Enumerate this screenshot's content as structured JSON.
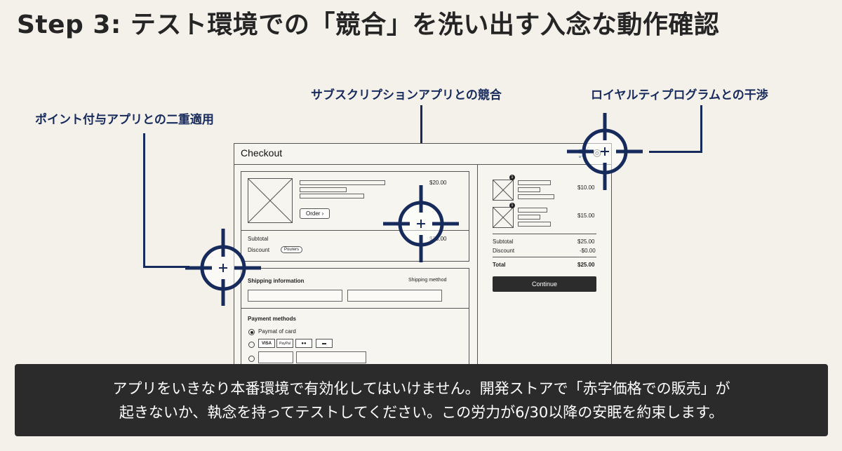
{
  "title": "Step 3: テスト環境での「競合」を洗い出す入念な動作確認",
  "callouts": {
    "points": "ポイント付与アプリとの二重適用",
    "subscription": "サブスクリプションアプリとの競合",
    "loyalty": "ロイヤルティプログラムとの干渉"
  },
  "checkout": {
    "title": "Checkout",
    "left": {
      "price1": "$20.00",
      "order_button": "Order ›",
      "price2": "$25.00",
      "subtotal_label": "Subtotal",
      "discount_label": "Discount",
      "discount_pill": "Pourers",
      "shipping_info": "Shipping information",
      "shipping_method": "Shipping metthod",
      "payment_methods": "Payment methods",
      "paymat_of_card": "Paymat of card",
      "cards": [
        "VISA",
        "PayPal",
        "●●",
        "▬"
      ]
    },
    "right": {
      "item1_price": "$10.00",
      "item2_price": "$15.00",
      "subtotal_label": "Subtotal",
      "subtotal_value": "$25.00",
      "discount_label": "Discount",
      "discount_value": "-$0.00",
      "total_label": "Total",
      "total_value": "$25.00",
      "continue_button": "Continue"
    }
  },
  "subtitle": {
    "line1": "アプリをいきなり本番環境で有効化してはいけません。開発ストアで「赤字価格での販売」が",
    "line2": "起きないか、執念を持ってテストしてください。この労力が6/30以降の安眠を約束します。"
  },
  "colors": {
    "accent": "#172a5c",
    "background": "#f4f1ea",
    "subtitle_bg": "#2b2b2b"
  }
}
